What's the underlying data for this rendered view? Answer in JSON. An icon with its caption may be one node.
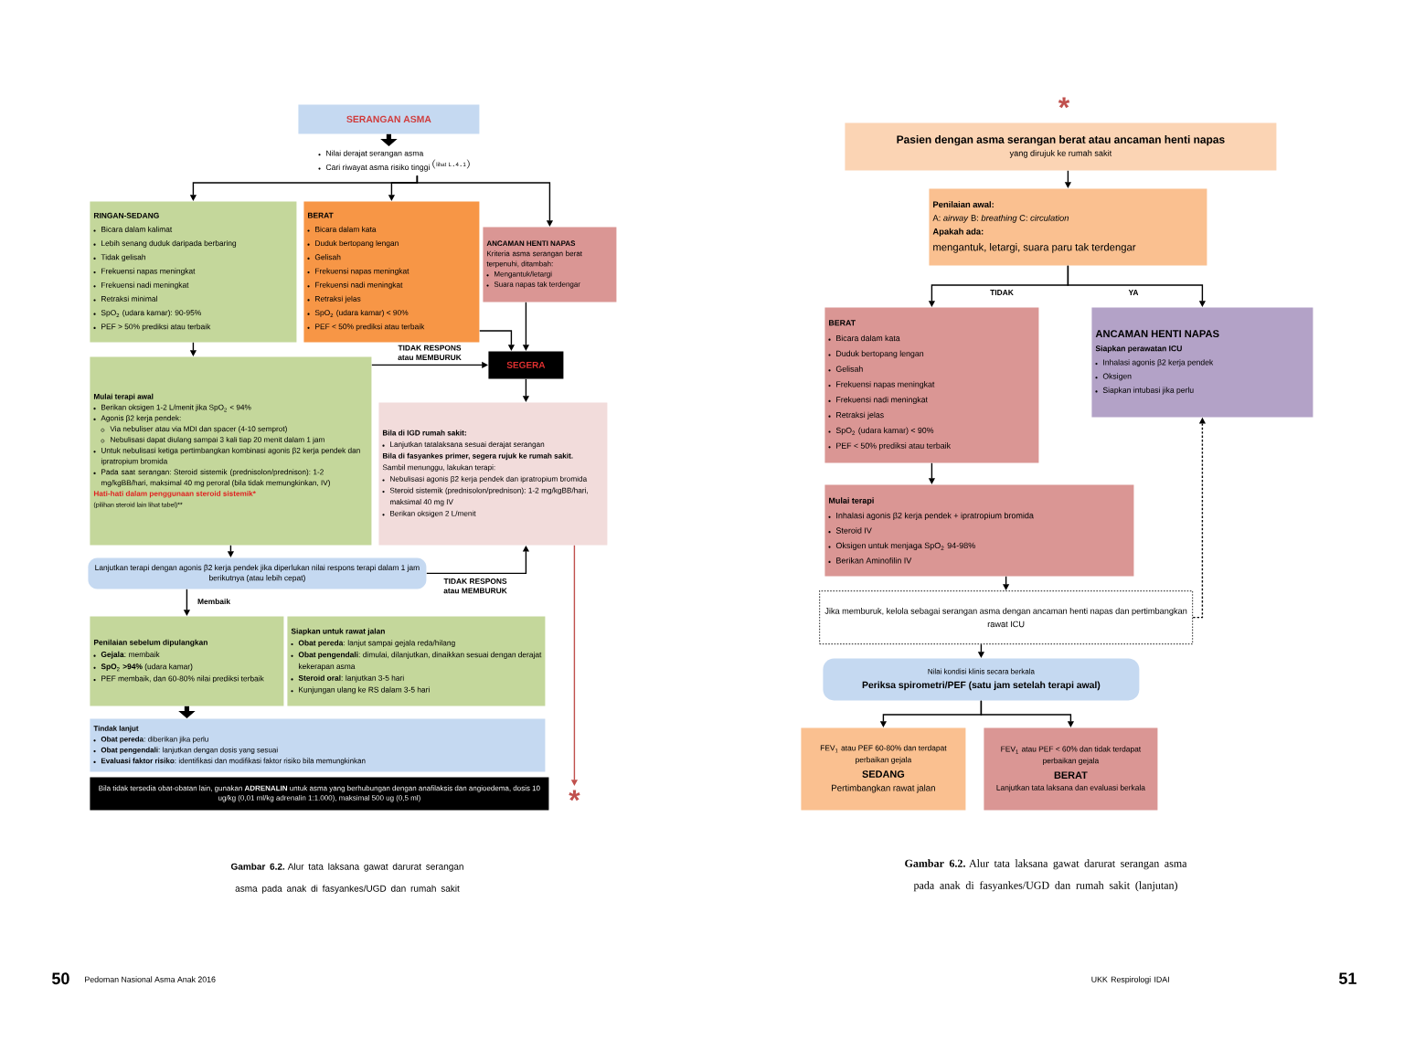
{
  "diagram": {
    "nodes": [
      {
        "text": [
          "SERANGAN ASMA"
        ]
      },
      {
        "text": [
          "Nilai derajat serangan asma",
          "Cari riwayat asma risiko tinggi",
          "^{(\\mathrm{lihat\\ L.4.1})}"
        ]
      },
      {
        "text": [
          "RINGAN-SEDANG",
          "Bicara dalam kalimat",
          "Lebih senang duduk daripada berbaring",
          "Tidak gelisah",
          "Frekuensi napas meningkat",
          "Frekuensi nadi meningkat",
          "Retraksi minimal",
          "SpO$_{2}$ (udara kamar): 90-95%",
          "PEF > 50% prediksi atau terbaik"
        ]
      },
      {
        "text": [
          "BERAT",
          "Bicara dalam kata",
          "Duduk bertopang lengan",
          "Gelisah",
          "Frekuensi napas meningkat",
          "Frekuensi nadi meningkat",
          "Retraksi jelas",
          "SpO$_{2}$ (udara kamar) < 90%",
          "PEF < 50% prediksi atau terbaik"
        ]
      },
      {
        "text": [
          "ANCAMAN HENTI NAPAS",
          "Kriteria asma serangan berat terpenuhi, ditambah:",
          "Mengantuk/letargi",
          "Suara napas tak terdengar"
        ]
      },
      {
        "text": [
          "Mulai terapi awal",
          "Berikan oksigen 1-2 L/menit jika SpO$_{2}$ < 94%",
          "Agonis β2 kerja pendek:",
          "Via nebuliser atau via MDI dan spacer (4-10 semprot)",
          "Nebulisasi dapat diulang sampai 3 kali tiap 20 menit dalam 1 jam",
          "Untuk nebulisasi ketiga pertimbangkan kombinasi agonis β2 kerja pendek dan ipratropium bromida",
          "Pada saat serangan: Steroid sistemik (prednisolon/prednison): 1-2 mg/kgBB/hari, maksimal 40 mg peroral (bila tidak memungkinkan, IV)",
          "Hati-hati dalam penggunaan steroid sistemik*",
          "(pilihan steroid lain lihat tabel)**"
        ]
      },
      {
        "text": [
          "SEGERA"
        ]
      },
      {
        "text": [
          "Bila di IGD rumah sakit:",
          "Lanjutkan tatalaksana sesuai derajat serangan",
          "Bila di fasyankes primer, segera rujuk ke rumah sakit.",
          "Sambil menunggu, lakukan terapi:",
          "Nebulisasi agonis β2 kerja pendek dan ipratropium bromida",
          "Steroid sistemik (prednisolon/prednison): 1-2 mg/kgBB/hari, maksimal 40 mg IV",
          "Berikan oksigen 2 L/menit"
        ]
      },
      {
        "text": [
          "Lanjutkan terapi dengan agonis β2 kerja pendek jika diperlukan nilai respons terapi dalam 1 jam berikutnya (atau lebih cepat)"
        ]
      },
      {
        "text": [
          "Penilaian sebelum dipulangkan",
          "**Gejala**: membaik",
          "**SpO**$_{2}$ **>94%** (udara kamar)",
          "PEF membaik, dan 60-80% nilai prediksi terbaik"
        ]
      },
      {
        "text": [
          "Siapkan untuk rawat jalan",
          "**Obat pereda**: lanjut sampai gejala reda/hilang",
          "**Obat pengendali**: dimulai, dilanjutkan, dinaikkan sesuai dengan derajat kekerapan asma",
          "**Steroid oral**: lanjutkan 3-5 hari",
          "Kunjungan ulang ke RS dalam 3-5 hari"
        ]
      },
      {
        "text": [
          "Tindak lanjut",
          "**Obat pereda**: diberikan jika perlu",
          "**Obat pengendali**: lanjutkan dengan dosis yang sesuai",
          "**Evaluasi faktor risiko**: identifikasi dan modifikasi faktor risiko bila memungkinkan"
        ]
      },
      {
        "text": [
          "Bila tidak tersedia obat-obatan lain, gunakan **ADRENALIN** untuk asma yang berhubungan dengan anafilaksis dan angioedema, dosis 10 ug/kg (0,01 ml/kg adrenalin 1:1.000), maksimal 500 ug (0,5 ml)"
        ]
      },
      {
        "text": [
          "*"
        ]
      },
      {
        "text": [
          "Pasien dengan asma serangan berat atau ancaman henti napas",
          "yang dirujuk ke rumah sakit"
        ]
      },
      {
        "text": [
          "Penilaian awal:",
          "A: *airway* B: *breathing* C: *circulation*",
          "Apakah ada:",
          "mengantuk, letargi, suara paru tak terdengar"
        ]
      },
      {
        "text": [
          "BERAT",
          "Bicara dalam kata",
          "Duduk bertopang lengan",
          "Gelisah",
          "Frekuensi napas meningkat",
          "Frekuensi nadi meningkat",
          "Retraksi jelas",
          "SpO$_{2}$ (udara kamar) < 90%",
          "PEF < 50% prediksi atau terbaik"
        ]
      },
      {
        "text": [
          "ANCAMAN HENTI NAPAS",
          "Siapkan perawatan ICU",
          "Inhalasi agonis β2 kerja pendek",
          "Oksigen",
          "Siapkan intubasi jika perlu"
        ]
      },
      {
        "text": [
          "Mulai terapi",
          "Inhalasi agonis β2 kerja pendek + ipratropium bromida",
          "Steroid IV",
          "Oksigen untuk menjaga SpO$_{2}$ 94-98%",
          "Berikan Aminofilin IV"
        ]
      },
      {
        "text": [
          "Jika memburuk, kelola sebagai serangan asma dengan ancaman henti napas dan pertimbangkan rawat ICU"
        ]
      },
      {
        "text": [
          "Nilai kondisi klinis secara berkala",
          "Periksa spirometri/PEF (satu jam setelah terapi awal)"
        ]
      },
      {
        "text": [
          "FEV$_{1}$ atau PEF 60-80% dan terdapat perbaikan gejala",
          "SEDANG",
          "Pertimbangkan rawat jalan"
        ]
      },
      {
        "text": [
          "FEV$_{1}$ atau PEF < 60% dan tidak terdapat perbaikan gejala",
          "BERAT",
          "Lanjutkan tata laksana dan evaluasi berkala"
        ]
      }
    ],
    "edges": [
      {
        "from": 0,
        "to": 1,
        "arrow": "to",
        "style": "thick"
      },
      {
        "from": 1,
        "to": 2,
        "arrow": "to"
      },
      {
        "from": 1,
        "to": 3,
        "arrow": "to"
      },
      {
        "from": 1,
        "to": 4,
        "arrow": "to"
      },
      {
        "from": 2,
        "to": 5,
        "arrow": "to"
      },
      {
        "from": 3,
        "to": 6,
        "arrow": "to"
      },
      {
        "from": 4,
        "to": 6,
        "arrow": "to"
      },
      {
        "from": 5,
        "to": 6,
        "arrow": "to",
        "label": "TIDAK RESPONS atau MEMBURUK"
      },
      {
        "from": 6,
        "to": 7,
        "arrow": "to"
      },
      {
        "from": 5,
        "to": 8,
        "arrow": "to"
      },
      {
        "from": 8,
        "to": 7,
        "arrow": "to",
        "label": "TIDAK RESPONS atau MEMBURUK"
      },
      {
        "from": 8,
        "to": 9,
        "arrow": "to",
        "label": "Membaik"
      },
      {
        "from": 9,
        "to": 11,
        "arrow": "to",
        "style": "thick"
      },
      {
        "from": 7,
        "to": 13,
        "arrow": "to",
        "color": "#c0504d"
      },
      {
        "from": 14,
        "to": 15,
        "arrow": "to"
      },
      {
        "from": 15,
        "to": 16,
        "arrow": "to",
        "label": "TIDAK"
      },
      {
        "from": 15,
        "to": 17,
        "arrow": "to",
        "label": "YA"
      },
      {
        "from": 16,
        "to": 18,
        "arrow": "to"
      },
      {
        "from": 18,
        "to": 19,
        "arrow": "to"
      },
      {
        "from": 19,
        "to": 17,
        "arrow": "to",
        "style": "dashed"
      },
      {
        "from": 19,
        "to": 20,
        "arrow": "to"
      },
      {
        "from": 20,
        "to": 21,
        "arrow": "to"
      },
      {
        "from": 20,
        "to": 22,
        "arrow": "to"
      }
    ],
    "labels": [
      "**Gambar 6.2.** Alur tata laksana gawat darurat serangan asma pada anak di fasyankes/UGD dan rumah sakit",
      "50",
      "Pedoman Nasional Asma Anak 2016",
      "*",
      "**Gambar 6.2.** Alur tata laksana gawat darurat serangan asma pada anak di fasyankes/UGD dan rumah sakit (lanjutan)",
      "UKK Respirologi IDAI",
      "51"
    ]
  }
}
